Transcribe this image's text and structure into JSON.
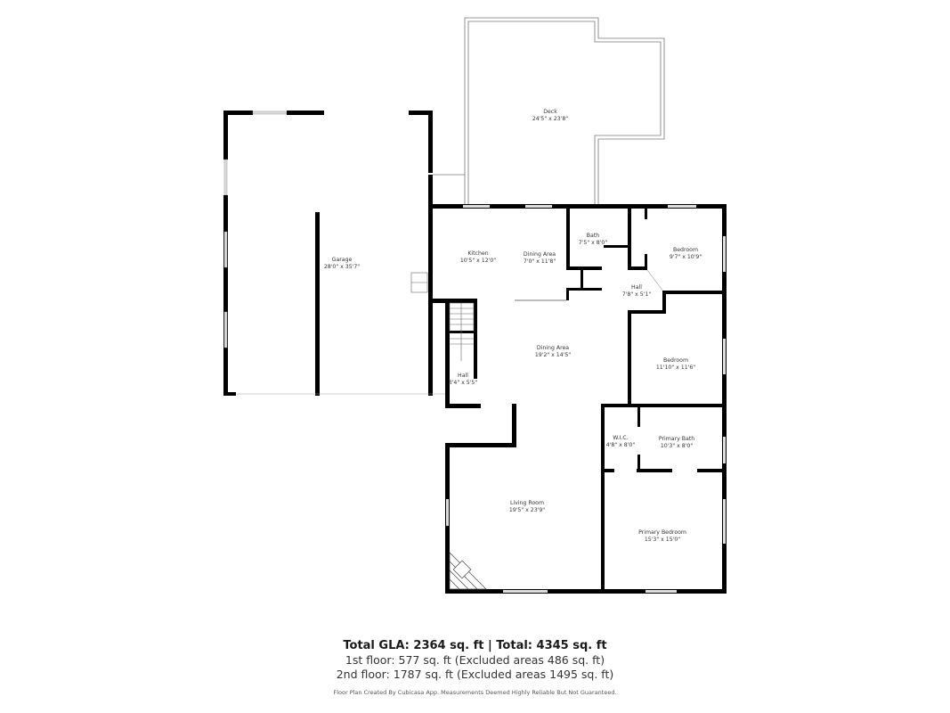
{
  "rooms": [
    {
      "id": "deck",
      "name": "Deck",
      "dims": "24'5\" x 23'8\""
    },
    {
      "id": "garage",
      "name": "Garage",
      "dims": "28'0\" x 35'7\""
    },
    {
      "id": "kitchen",
      "name": "Kitchen",
      "dims": "10'5\" x 12'0\""
    },
    {
      "id": "dining-area-1",
      "name": "Dining Area",
      "dims": "7'0\" x 11'8\""
    },
    {
      "id": "bath",
      "name": "Bath",
      "dims": "7'5\" x 8'0\""
    },
    {
      "id": "bedroom-1",
      "name": "Bedroom",
      "dims": "9'7\" x 10'9\""
    },
    {
      "id": "hall-1",
      "name": "Hall",
      "dims": "7'8\" x 5'1\""
    },
    {
      "id": "dining-area-2",
      "name": "Dining Area",
      "dims": "19'2\" x 14'5\""
    },
    {
      "id": "bedroom-2",
      "name": "Bedroom",
      "dims": "11'10\" x 11'6\""
    },
    {
      "id": "hall-2",
      "name": "Hall",
      "dims": "3'4\" x 5'5\""
    },
    {
      "id": "wic",
      "name": "W.I.C.",
      "dims": "4'8\" x 8'0\""
    },
    {
      "id": "primary-bath",
      "name": "Primary Bath",
      "dims": "10'3\" x 8'0\""
    },
    {
      "id": "living-room",
      "name": "Living Room",
      "dims": "19'5\" x 23'9\""
    },
    {
      "id": "primary-bedroom",
      "name": "Primary Bedroom",
      "dims": "15'3\" x 15'0\""
    }
  ],
  "footer": {
    "total": "Total GLA: 2364 sq. ft | Total: 4345 sq. ft",
    "floor1": "1st floor: 577 sq. ft (Excluded areas 486 sq. ft)",
    "floor2": "2nd floor: 1787 sq. ft (Excluded areas 1495 sq. ft)",
    "note": "Floor Plan Created By Cubicasa App. Measurements Deemed Highly Reliable But Not Guaranteed."
  },
  "colors": {
    "wall": "#000000",
    "window": "#bbbbbb",
    "text": "#333333",
    "background": "#ffffff"
  }
}
